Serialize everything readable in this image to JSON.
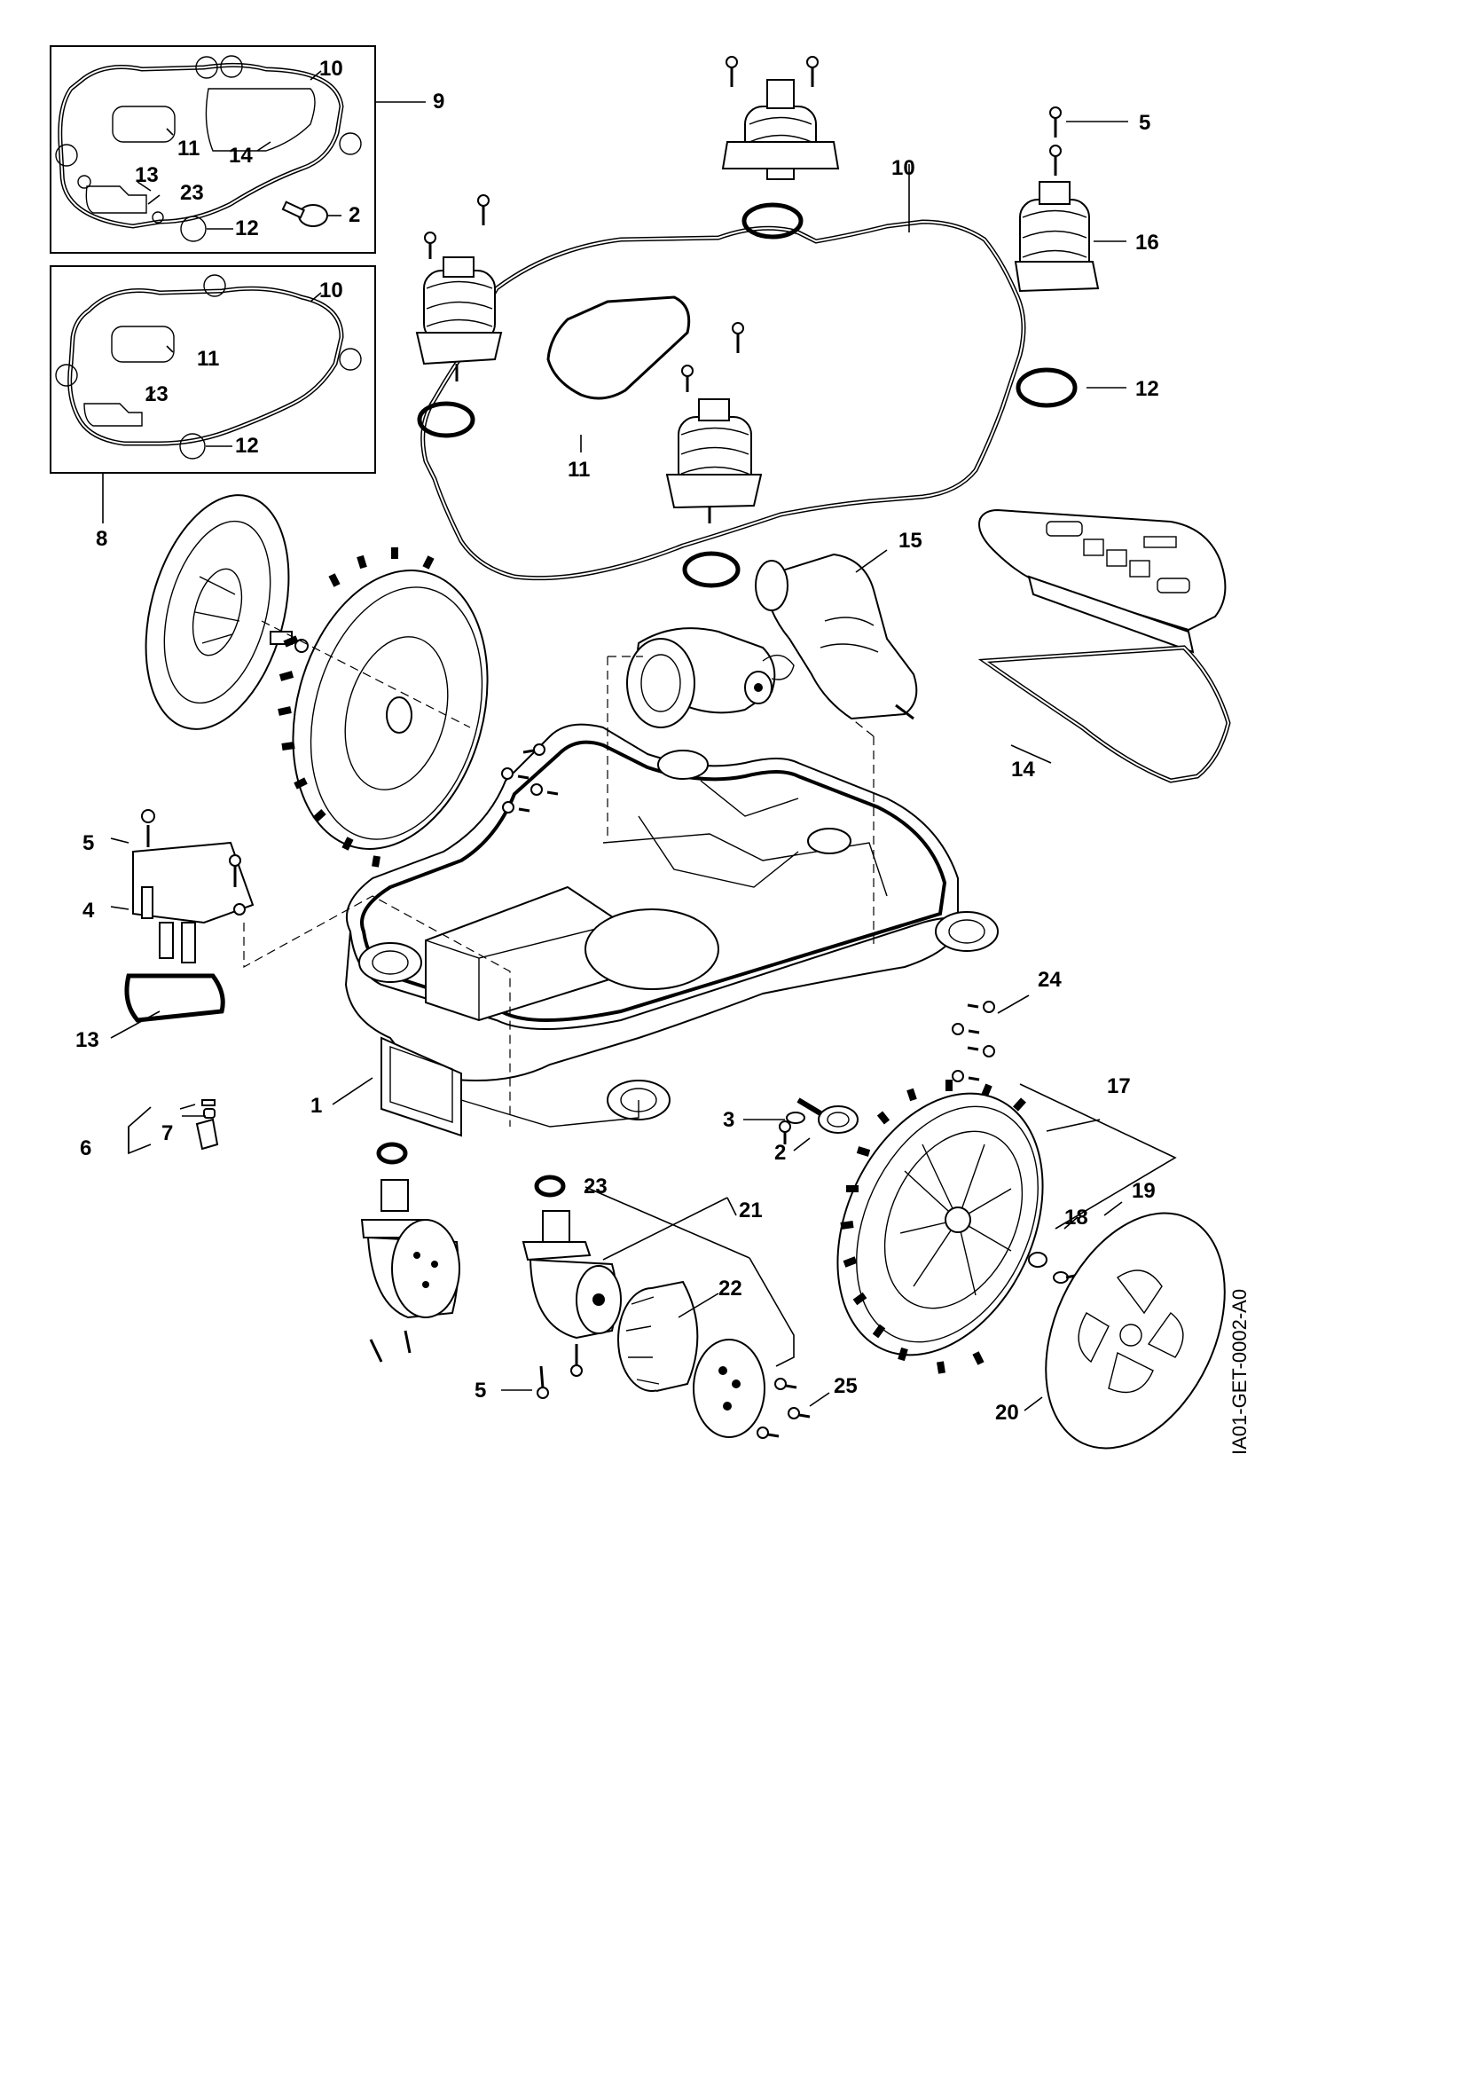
{
  "diagram": {
    "reference_code": "IA01-GET-0002-A0",
    "callouts": {
      "c1": "1",
      "c2a": "2",
      "c2b": "2",
      "c3": "3",
      "c4": "4",
      "c5a": "5",
      "c5b": "5",
      "c5c": "5",
      "c6": "6",
      "c7": "7",
      "c8": "8",
      "c9": "9",
      "c10a": "10",
      "c10b": "10",
      "c10c": "10",
      "c11a": "11",
      "c11b": "11",
      "c11c": "11",
      "c12a": "12",
      "c12b": "12",
      "c12c": "12",
      "c13a": "13",
      "c13b": "13",
      "c13c": "13",
      "c14a": "14",
      "c14b": "14",
      "c15": "15",
      "c16": "16",
      "c17": "17",
      "c18": "18",
      "c19": "19",
      "c20": "20",
      "c21": "21",
      "c22": "22",
      "c23a": "23",
      "c23b": "23",
      "c24": "24",
      "c25": "25"
    }
  }
}
